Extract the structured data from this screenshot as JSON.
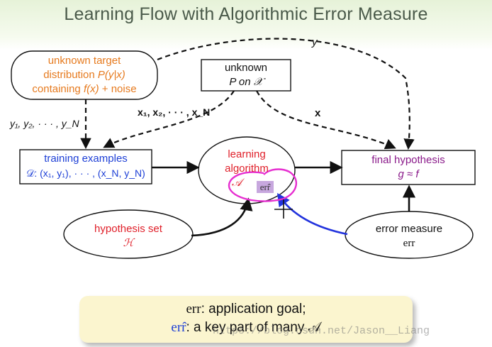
{
  "title": "Learning Flow with Algorithmic Error Measure",
  "nodes": {
    "target": {
      "line1": "unknown target",
      "line2_pre": "distribution ",
      "line2_math": "P(y|x)",
      "line3_pre": "containing ",
      "line3_math": "f(x)",
      "line3_post": " + noise"
    },
    "unknown_p": {
      "line1": "unknown",
      "line2": "P on 𝒳"
    },
    "training": {
      "line1": "training examples",
      "line2": "𝒟: (x₁, y₁), · · · , (x_N, y_N)"
    },
    "learning": {
      "line1": "learning",
      "line2": "algorithm",
      "line3": "𝒜",
      "err_hat": "err̂"
    },
    "final": {
      "line1": "final hypothesis",
      "line2": "g ≈ f"
    },
    "hypothesis": {
      "line1": "hypothesis set",
      "line2": "ℋ"
    },
    "error_measure": {
      "line1": "error measure",
      "line2": "err"
    }
  },
  "edge_labels": {
    "y": "y",
    "y_seq": "y₁, y₂, · · · , y_N",
    "x_seq": "x₁, x₂, · · · , x_N",
    "x": "x"
  },
  "note": {
    "line1_math": "err",
    "line1_text": ": application goal;",
    "line2_math": "err̂",
    "line2_text": ": a key part of many 𝒜"
  },
  "watermark": "https://blog.csdn.net/Jason__Liang",
  "colors": {
    "orange": "#e67a1e",
    "blue": "#1d3fd6",
    "red": "#e0202a",
    "purple": "#8a1a8a",
    "magenta_annotation": "#e62fd0",
    "blue_arrow": "#2233dd"
  }
}
